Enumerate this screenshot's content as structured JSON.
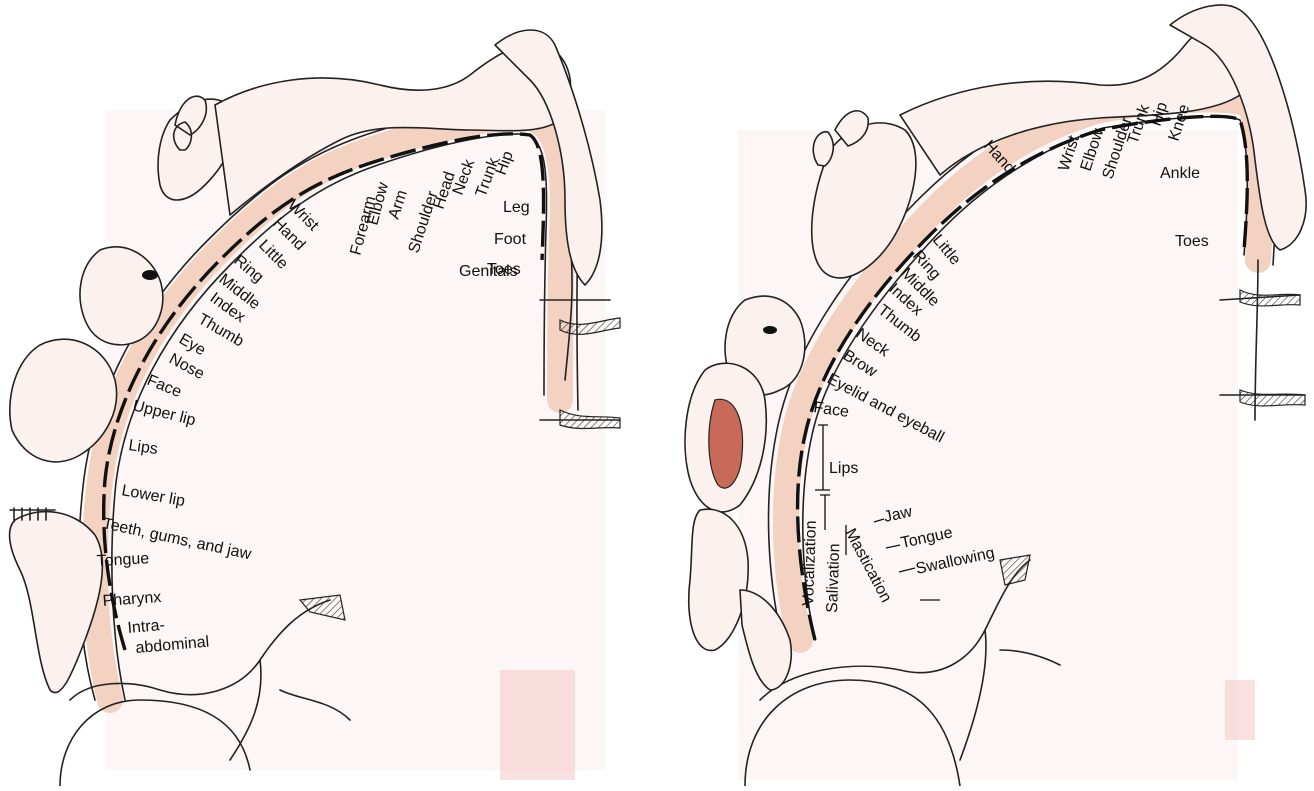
{
  "panels": [
    {
      "labels": [
        "Wrist",
        "Hand",
        "Little",
        "Ring",
        "Middle",
        "Index",
        "Thumb",
        "Eye",
        "Nose",
        "Face",
        "Upper lip",
        "Lips",
        "Lower lip",
        "Teeth, gums, and jaw",
        "Tongue",
        "Pharynx",
        "Intra-",
        "abdominal",
        "Forearm",
        "Elbow",
        "Arm",
        "Shoulder",
        "Head",
        "Neck",
        "Trunk",
        "Hip",
        "Leg",
        "Foot",
        "Toes",
        "Genitals"
      ]
    },
    {
      "labels": [
        "Hand",
        "Wrist",
        "Elbow",
        "Shoulder",
        "Trunk",
        "Hip",
        "Knee",
        "Ankle",
        "Toes",
        "Little",
        "Ring",
        "Middle",
        "Index",
        "Thumb",
        "Neck",
        "Brow",
        "Eyelid and eyeball",
        "Face",
        "Lips",
        "Jaw",
        "Tongue",
        "Swallowing",
        "Vocalization",
        "Salivation",
        "Mastication"
      ]
    }
  ]
}
